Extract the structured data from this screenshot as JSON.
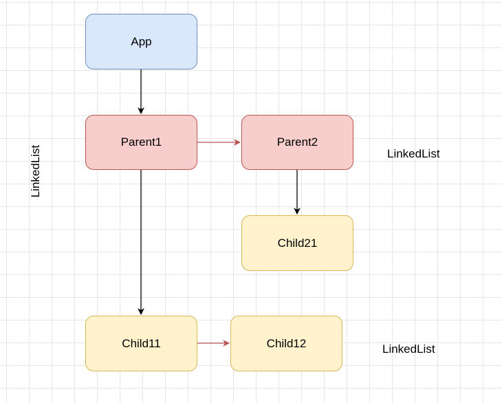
{
  "nodes": {
    "app": "App",
    "parent1": "Parent1",
    "parent2": "Parent2",
    "child21": "Child21",
    "child11": "Child11",
    "child12": "Child12"
  },
  "labels": {
    "vertical_list": "LinkedList",
    "parents_list": "LinkedList",
    "children_list": "LinkedList"
  },
  "colors": {
    "tree_edge": "#000000",
    "list_edge": "#b85450",
    "blue_fill": "#dae8fc",
    "blue_stroke": "#6c8ebf",
    "red_fill": "#f8cecc",
    "red_stroke": "#b85450",
    "yellow_fill": "#fff2cc",
    "yellow_stroke": "#d6b656"
  }
}
